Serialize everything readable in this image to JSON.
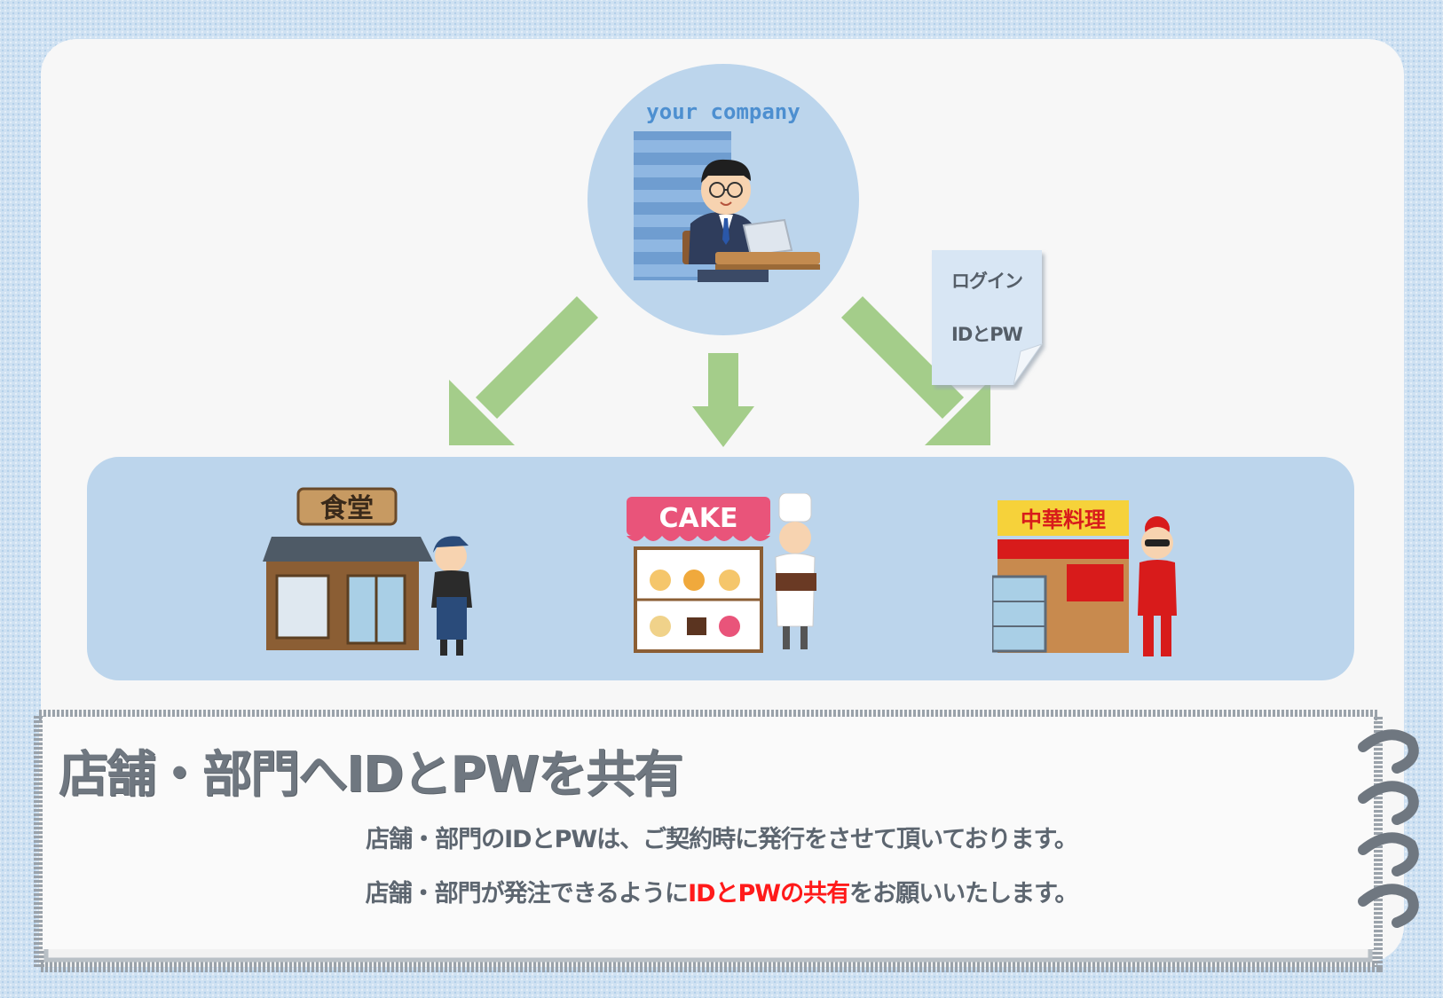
{
  "company": {
    "label": "your company"
  },
  "memo": {
    "line1": "ログイン",
    "line2": "IDとPW"
  },
  "stores": [
    {
      "sign": "食堂"
    },
    {
      "sign": "CAKE"
    },
    {
      "sign": "中華料理"
    }
  ],
  "bottom": {
    "title": "店舗・部門へIDとPWを共有",
    "line1": "店舗・部門のIDとPWは、ご契約時に発行をさせて頂いております。",
    "line2_before": "店舗・部門が発注できるように",
    "line2_highlight": "IDとPWの共有",
    "line2_after": "をお願いいたします。"
  },
  "colors": {
    "arrow": "#a4cd8a",
    "band": "#bcd5ec",
    "highlight": "#ff1a1a",
    "title": "#6f7780"
  }
}
